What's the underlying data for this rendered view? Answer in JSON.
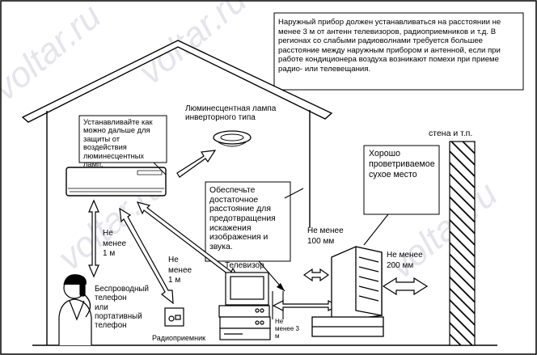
{
  "watermark": "voltar.ru",
  "notice": "Наружный прибор должен устанавливаться на расстоянии не менее 3 м от антенн телевизоров, радиоприемников и т.д. В регионах со слабыми радиоволнами требуется большее расстояние между наружным прибором и антенной, если при работе кондиционера воздуха возникают помехи при приеме радио- или телевещания.",
  "labels": {
    "fluorescent_tip": "Устанавливайте как можно дальше для защиты от воздействия люминесцентных ламп.",
    "inverter_lamp": "Люминесцентная лампа инверторного типа",
    "distance_note": "Обеспечьте достаточное расстояние для предотвращения искажения изображения и звука.",
    "wall": "стена и т.п.",
    "dry_place": "Хорошо проветриваемое сухое место",
    "min_100": "Не менее 100 мм",
    "min_200": "Не менее 200 мм",
    "min_1m_a": "Не менее 1 м",
    "min_1m_b": "Не менее 1 м",
    "min_3m": "Не менее 3 м",
    "tv": "Телевизор",
    "radio": "Радиоприемник",
    "phone": "Беспроводный телефон или портативный телефон"
  },
  "colors": {
    "line": "#000000",
    "paper": "#ffffff",
    "hatch": "#000000"
  }
}
